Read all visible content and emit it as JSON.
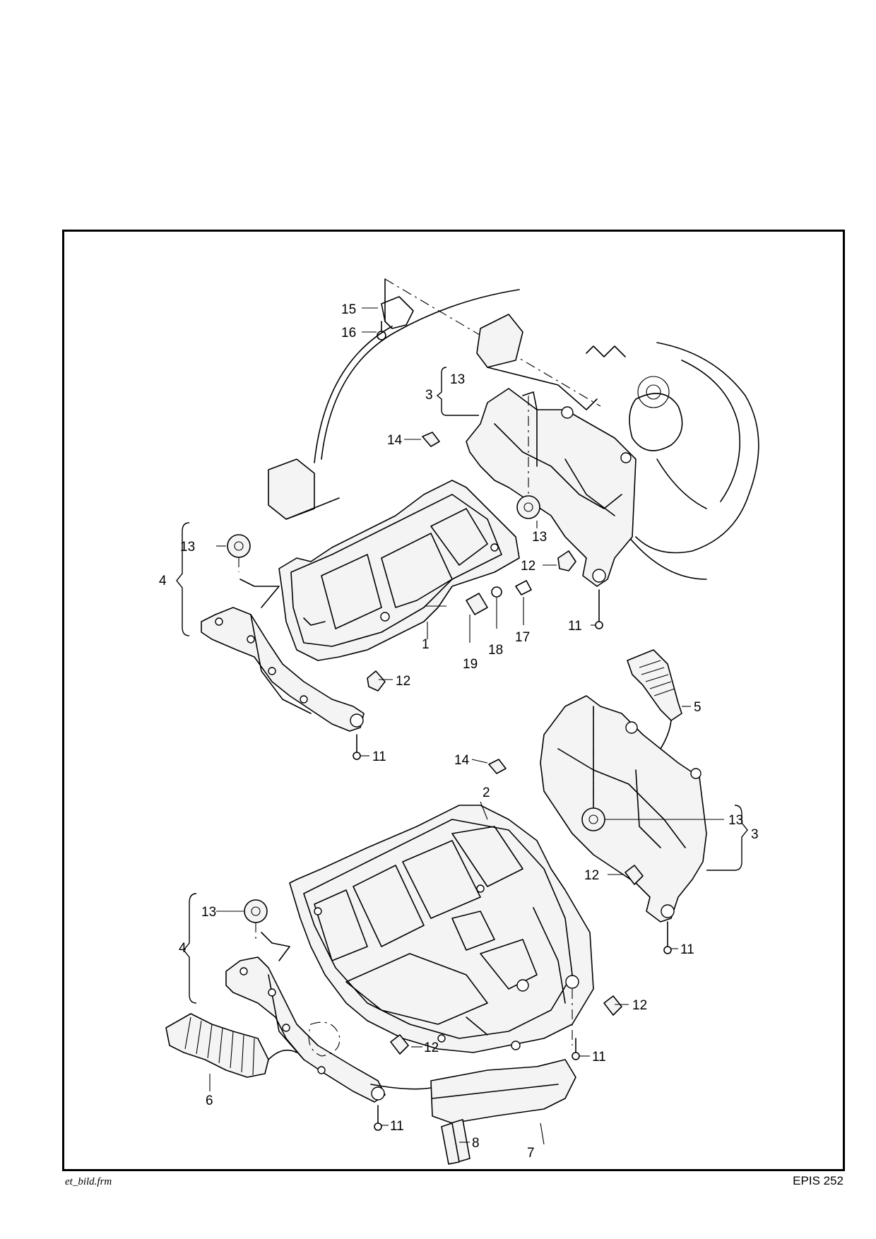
{
  "callouts": {
    "c1": "1",
    "c2": "2",
    "c3a": "3",
    "c3b": "3",
    "c4a": "4",
    "c4b": "4",
    "c5": "5",
    "c6": "6",
    "c7": "7",
    "c8": "8",
    "c11a": "11",
    "c11b": "11",
    "c11c": "11",
    "c11d": "11",
    "c11e": "11",
    "c12a": "12",
    "c12b": "12",
    "c12c": "12",
    "c12d": "12",
    "c12e": "12",
    "c13a": "13",
    "c13b": "13",
    "c13c": "13",
    "c13d": "13",
    "c13e": "13",
    "c14a": "14",
    "c14b": "14",
    "c15": "15",
    "c16": "16",
    "c17": "17",
    "c18": "18",
    "c19": "19"
  },
  "footer": {
    "left": "et_bild.frm",
    "right": "EPIS 252"
  }
}
